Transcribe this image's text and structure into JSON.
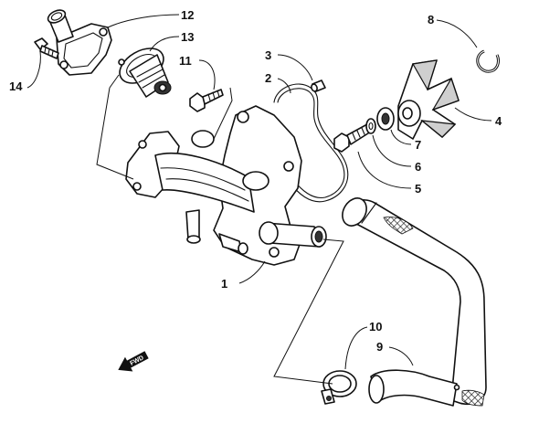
{
  "diagram": {
    "callouts": [
      {
        "id": "c1",
        "label": "1"
      },
      {
        "id": "c2",
        "label": "2"
      },
      {
        "id": "c3",
        "label": "3"
      },
      {
        "id": "c4",
        "label": "4"
      },
      {
        "id": "c5",
        "label": "5"
      },
      {
        "id": "c6",
        "label": "6"
      },
      {
        "id": "c7",
        "label": "7"
      },
      {
        "id": "c8",
        "label": "8"
      },
      {
        "id": "c9",
        "label": "9"
      },
      {
        "id": "c10",
        "label": "10"
      },
      {
        "id": "c11",
        "label": "11"
      },
      {
        "id": "c12",
        "label": "12"
      },
      {
        "id": "c13",
        "label": "13"
      },
      {
        "id": "c14",
        "label": "14"
      }
    ],
    "direction_arrow": {
      "label": "FWD",
      "icon": "forward-arrow-icon"
    }
  }
}
